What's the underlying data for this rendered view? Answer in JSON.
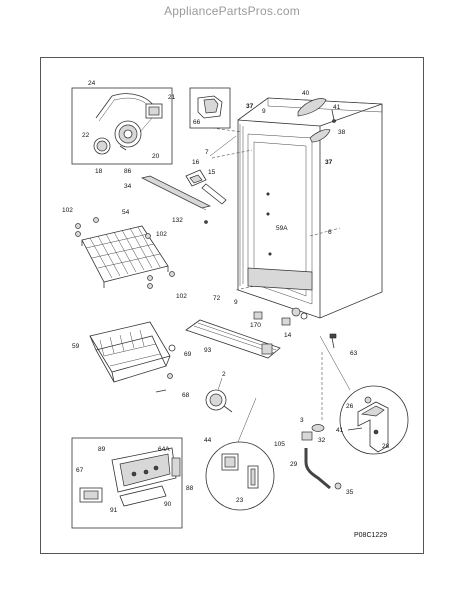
{
  "header": {
    "site": "AppliancePartsPros.com"
  },
  "drawing_code": "P08C1229",
  "labels": {
    "l24": "24",
    "l21": "21",
    "l22": "22",
    "l20": "20",
    "l18": "18",
    "l86": "86",
    "l66": "66",
    "l37a": "37",
    "l9a": "9",
    "l40": "40",
    "l41a": "41",
    "l38": "38",
    "l37b": "37",
    "l7": "7",
    "l16": "16",
    "l15": "15",
    "l34": "34",
    "l132": "132",
    "l102a": "102",
    "l54": "54",
    "l102b": "102",
    "l102c": "102",
    "l59a": "59A",
    "l6": "6",
    "l9b": "9",
    "l72": "72",
    "l170": "170",
    "l14": "14",
    "l63": "63",
    "l59": "59",
    "l69": "69",
    "l93": "93",
    "l2": "2",
    "l68": "68",
    "l26": "26",
    "l3": "3",
    "l41b": "41",
    "l28": "28",
    "l32": "32",
    "l29": "29",
    "l35": "35",
    "l44": "44",
    "l105": "105",
    "l23": "23",
    "l89": "89",
    "l64a": "64A",
    "l67": "67",
    "l88": "88",
    "l90": "90",
    "l91": "91"
  }
}
